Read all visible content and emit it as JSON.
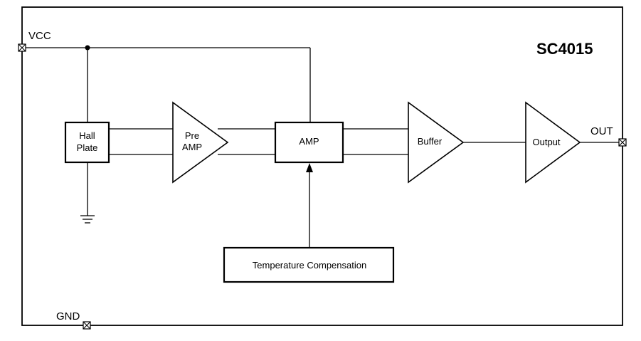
{
  "chip_name": "SC4015",
  "pins": {
    "vcc": "VCC",
    "gnd": "GND",
    "out": "OUT"
  },
  "blocks": {
    "hall_plate_line1": "Hall",
    "hall_plate_line2": "Plate",
    "pre_amp_line1": "Pre",
    "pre_amp_line2": "AMP",
    "amp": "AMP",
    "buffer": "Buffer",
    "output": "Output",
    "temp_comp": "Temperature Compensation"
  }
}
